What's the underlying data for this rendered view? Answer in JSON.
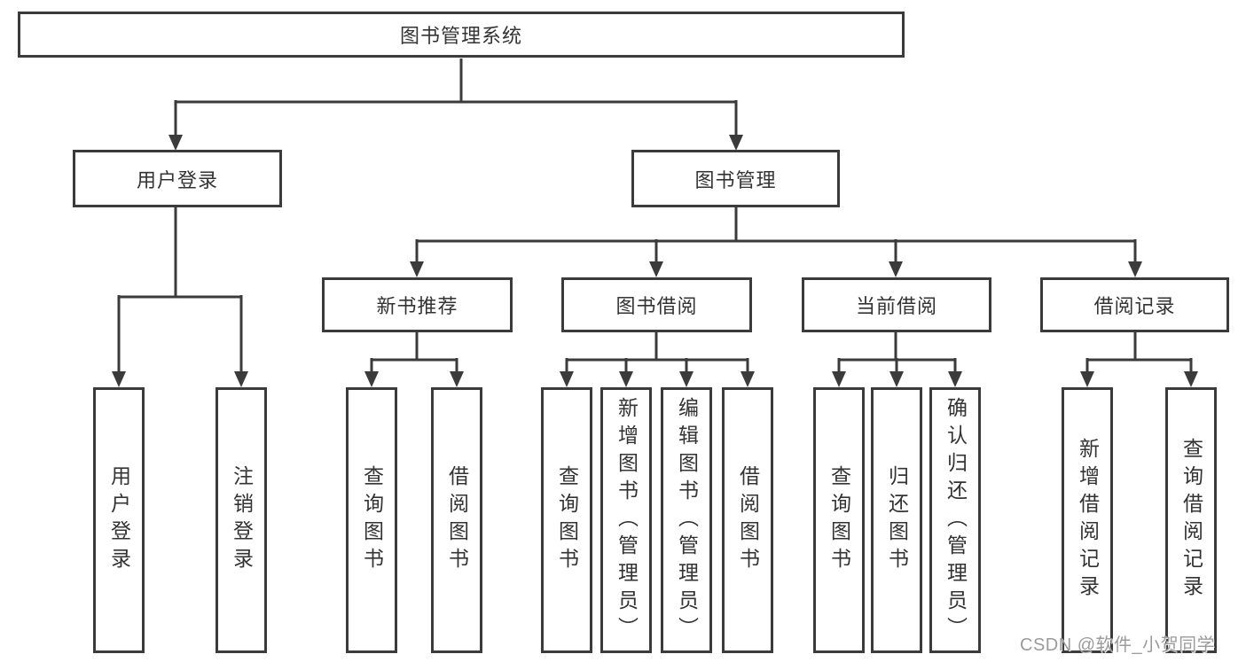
{
  "diagram": {
    "root_label": "图书管理系统",
    "level1": [
      "用户登录",
      "图书管理"
    ],
    "level2": [
      "新书推荐",
      "图书借阅",
      "当前借阅",
      "借阅记录"
    ],
    "leaves": {
      "user_login": [
        "用户登录",
        "注销登录"
      ],
      "new_book": [
        "查询图书",
        "借阅图书"
      ],
      "book_borrow": [
        "查询图书",
        "新增图书（管理员）",
        "编辑图书（管理员）",
        "借阅图书"
      ],
      "current_borrow": [
        "查询图书",
        "归还图书",
        "确认归还（管理员）"
      ],
      "borrow_record": [
        "新增借阅记录",
        "查询借阅记录"
      ]
    }
  },
  "watermark": {
    "text": "CSDN @软件_小贺同学"
  },
  "colors": {
    "line": "#3b3b3b",
    "text": "#333333",
    "watermark": "#9b9b9b",
    "background": "#ffffff"
  }
}
